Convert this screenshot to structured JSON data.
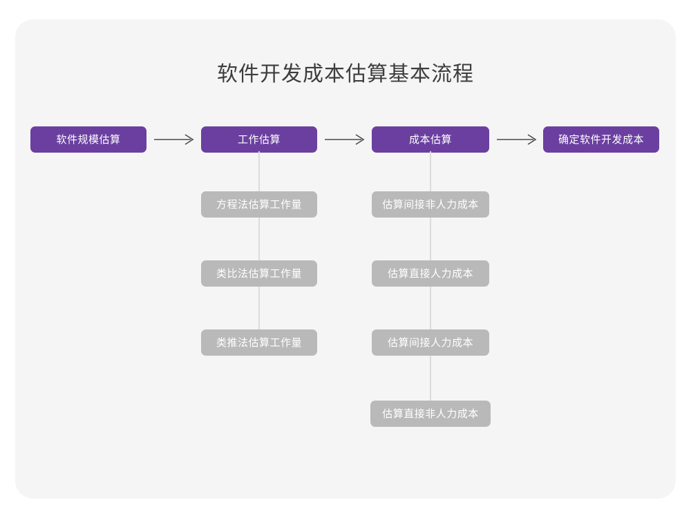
{
  "title": "软件开发成本估算基本流程",
  "colors": {
    "page_background": "#FFFFFF",
    "card_background": "#F5F5F6",
    "primary_node": "#6B3FA0",
    "secondary_node": "#B9B9B9",
    "node_text": "#FFFFFF",
    "title_text": "#3D3D3D",
    "arrow": "#4A4A4A",
    "connector_line": "#DCDCDC"
  },
  "diagram_data": {
    "type": "flowchart",
    "orientation": "horizontal-main-with-vertical-substeps",
    "main_flow": [
      {
        "id": "scale",
        "label": "软件规模估算",
        "style": "primary"
      },
      {
        "id": "work",
        "label": "工作估算",
        "style": "primary"
      },
      {
        "id": "cost",
        "label": "成本估算",
        "style": "primary"
      },
      {
        "id": "final",
        "label": "确定软件开发成本",
        "style": "primary"
      }
    ],
    "arrows": [
      {
        "id": "arrow-1",
        "from": "scale",
        "to": "work",
        "glyph": "arrow-right-icon"
      },
      {
        "id": "arrow-2",
        "from": "work",
        "to": "cost",
        "glyph": "arrow-right-icon"
      },
      {
        "id": "arrow-3",
        "from": "cost",
        "to": "final",
        "glyph": "arrow-right-icon"
      }
    ],
    "sub_steps": {
      "work": [
        {
          "id": "work-1",
          "label": "方程法估算工作量",
          "style": "secondary"
        },
        {
          "id": "work-2",
          "label": "类比法估算工作量",
          "style": "secondary"
        },
        {
          "id": "work-3",
          "label": "类推法估算工作量",
          "style": "secondary"
        }
      ],
      "cost": [
        {
          "id": "cost-1",
          "label": "估算间接非人力成本",
          "style": "secondary"
        },
        {
          "id": "cost-2",
          "label": "估算直接人力成本",
          "style": "secondary"
        },
        {
          "id": "cost-3",
          "label": "估算间接人力成本",
          "style": "secondary"
        },
        {
          "id": "cost-4",
          "label": "估算直接非人力成本",
          "style": "secondary"
        }
      ]
    }
  }
}
